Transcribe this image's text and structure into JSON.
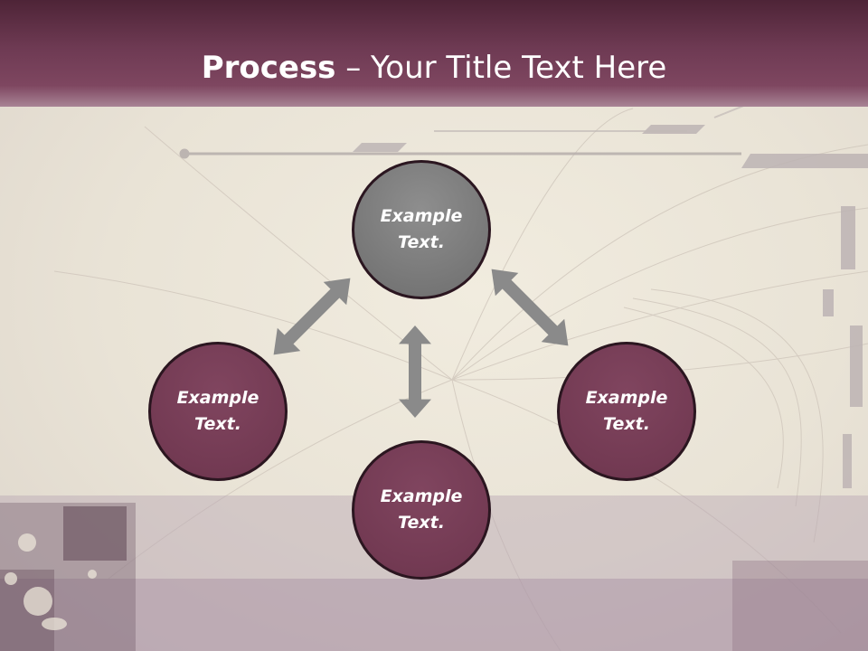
{
  "title": {
    "bold": "Process",
    "rest": " – Your Title Text Here"
  },
  "nodes": [
    {
      "line1": "Example",
      "line2": "Text."
    },
    {
      "line1": "Example",
      "line2": "Text."
    },
    {
      "line1": "Example",
      "line2": "Text."
    },
    {
      "line1": "Example",
      "line2": "Text."
    }
  ],
  "colors": {
    "title_bar": "#7e4660",
    "node_center": "#777777",
    "node_outer": "#733a53",
    "arrow": "#8a8a8a"
  },
  "icons": [
    "double-arrow-icon"
  ]
}
